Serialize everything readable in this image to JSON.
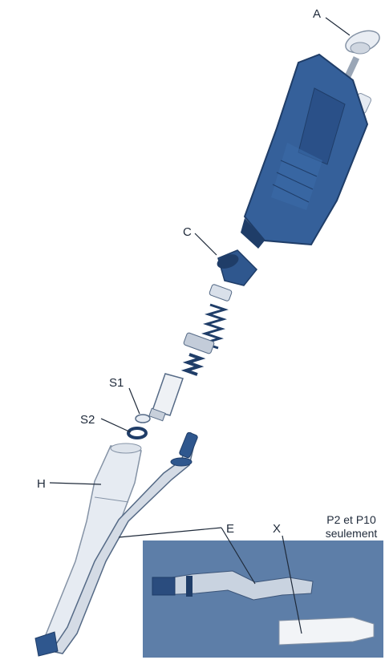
{
  "labels": {
    "a": "A",
    "c": "C",
    "s1": "S1",
    "s2": "S2",
    "h": "H",
    "e": "E",
    "x": "X"
  },
  "note": {
    "line1": "P2 et P10",
    "line2": "seulement"
  },
  "colors": {
    "body_blue": "#35609a",
    "body_dark": "#1f3d68",
    "part_light": "#e6ebf2",
    "inset_bg": "#5d7ea8",
    "line": "#1f2a3a"
  }
}
